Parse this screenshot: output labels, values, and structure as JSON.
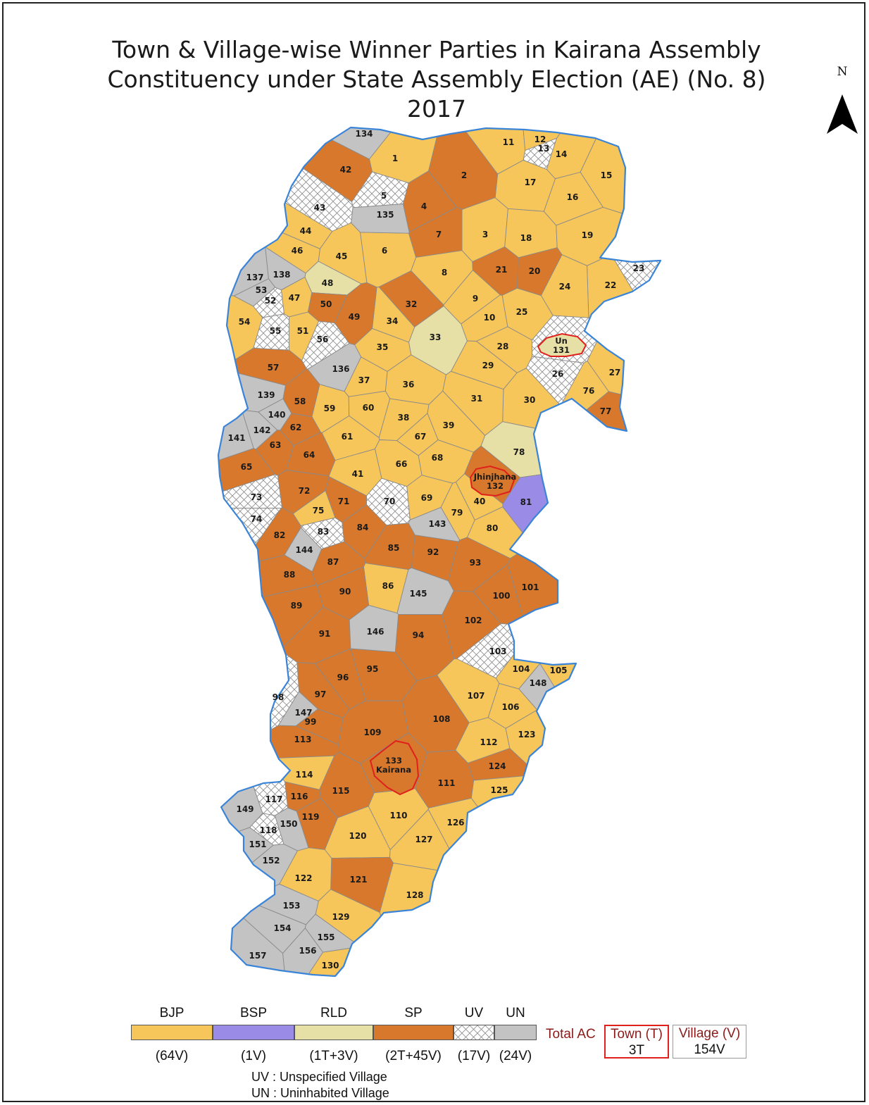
{
  "title_lines": [
    "Town & Village-wise Winner Parties in Kairana Assembly",
    "Constituency under State Assembly Election (AE) (No. 8)",
    "2017"
  ],
  "north": "N",
  "colors": {
    "BJP": "#f7c65a",
    "BSP": "#9a8ce6",
    "RLD": "#e6dfa6",
    "SP": "#d7782c",
    "UV": "#ffffff",
    "UN": "#c3c3c3",
    "boundary": "#3a84d8",
    "town": "#e0201c"
  },
  "legend": {
    "items": [
      {
        "name": "BJP",
        "count": "(64V)",
        "key": "BJP"
      },
      {
        "name": "BSP",
        "count": "(1V)",
        "key": "BSP"
      },
      {
        "name": "RLD",
        "count": "(1T+3V)",
        "key": "RLD"
      },
      {
        "name": "SP",
        "count": "(2T+45V)",
        "key": "SP"
      },
      {
        "name": "UV",
        "count": "(17V)",
        "key": "UV"
      },
      {
        "name": "UN",
        "count": "(24V)",
        "key": "UN"
      }
    ],
    "total_ac": "Total AC",
    "town_header": "Town (T)",
    "town_value": "3T",
    "village_header": "Village (V)",
    "village_value": "154V",
    "notes": [
      "UV : Unspecified Village",
      "UN : Uninhabited Village"
    ]
  },
  "villages": [
    {
      "id": "1",
      "p": "BJP"
    },
    {
      "id": "2",
      "p": "SP"
    },
    {
      "id": "3",
      "p": "BJP"
    },
    {
      "id": "4",
      "p": "SP"
    },
    {
      "id": "5",
      "p": "UV"
    },
    {
      "id": "6",
      "p": "BJP"
    },
    {
      "id": "7",
      "p": "SP"
    },
    {
      "id": "8",
      "p": "BJP"
    },
    {
      "id": "9",
      "p": "BJP"
    },
    {
      "id": "10",
      "p": "BJP"
    },
    {
      "id": "11",
      "p": "BJP"
    },
    {
      "id": "12",
      "p": "BJP"
    },
    {
      "id": "13",
      "p": "UV"
    },
    {
      "id": "14",
      "p": "BJP"
    },
    {
      "id": "15",
      "p": "BJP"
    },
    {
      "id": "16",
      "p": "BJP"
    },
    {
      "id": "17",
      "p": "BJP"
    },
    {
      "id": "18",
      "p": "BJP"
    },
    {
      "id": "19",
      "p": "BJP"
    },
    {
      "id": "20",
      "p": "SP"
    },
    {
      "id": "21",
      "p": "SP"
    },
    {
      "id": "22",
      "p": "BJP"
    },
    {
      "id": "23",
      "p": "UV"
    },
    {
      "id": "24",
      "p": "BJP"
    },
    {
      "id": "25",
      "p": "BJP"
    },
    {
      "id": "26",
      "p": "UV"
    },
    {
      "id": "27",
      "p": "BJP"
    },
    {
      "id": "28",
      "p": "BJP"
    },
    {
      "id": "29",
      "p": "BJP"
    },
    {
      "id": "30",
      "p": "BJP"
    },
    {
      "id": "31",
      "p": "BJP"
    },
    {
      "id": "32",
      "p": "SP"
    },
    {
      "id": "33",
      "p": "RLD"
    },
    {
      "id": "34",
      "p": "BJP"
    },
    {
      "id": "35",
      "p": "BJP"
    },
    {
      "id": "36",
      "p": "BJP"
    },
    {
      "id": "37",
      "p": "BJP"
    },
    {
      "id": "38",
      "p": "BJP"
    },
    {
      "id": "39",
      "p": "BJP"
    },
    {
      "id": "40",
      "p": "BJP"
    },
    {
      "id": "41",
      "p": "BJP"
    },
    {
      "id": "42",
      "p": "SP"
    },
    {
      "id": "43",
      "p": "UV"
    },
    {
      "id": "44",
      "p": "BJP"
    },
    {
      "id": "45",
      "p": "BJP"
    },
    {
      "id": "46",
      "p": "BJP"
    },
    {
      "id": "47",
      "p": "BJP"
    },
    {
      "id": "48",
      "p": "RLD"
    },
    {
      "id": "49",
      "p": "SP"
    },
    {
      "id": "50",
      "p": "SP"
    },
    {
      "id": "51",
      "p": "BJP"
    },
    {
      "id": "52",
      "p": "UV"
    },
    {
      "id": "53",
      "p": "UN"
    },
    {
      "id": "54",
      "p": "BJP"
    },
    {
      "id": "55",
      "p": "UV"
    },
    {
      "id": "56",
      "p": "UV"
    },
    {
      "id": "57",
      "p": "SP"
    },
    {
      "id": "58",
      "p": "SP"
    },
    {
      "id": "59",
      "p": "BJP"
    },
    {
      "id": "60",
      "p": "BJP"
    },
    {
      "id": "61",
      "p": "BJP"
    },
    {
      "id": "62",
      "p": "SP"
    },
    {
      "id": "63",
      "p": "SP"
    },
    {
      "id": "64",
      "p": "SP"
    },
    {
      "id": "65",
      "p": "SP"
    },
    {
      "id": "66",
      "p": "BJP"
    },
    {
      "id": "67",
      "p": "BJP"
    },
    {
      "id": "68",
      "p": "BJP"
    },
    {
      "id": "69",
      "p": "BJP"
    },
    {
      "id": "70",
      "p": "UV"
    },
    {
      "id": "71",
      "p": "SP"
    },
    {
      "id": "72",
      "p": "SP"
    },
    {
      "id": "73",
      "p": "UV"
    },
    {
      "id": "74",
      "p": "UV"
    },
    {
      "id": "75",
      "p": "BJP"
    },
    {
      "id": "76",
      "p": "BJP"
    },
    {
      "id": "77",
      "p": "SP"
    },
    {
      "id": "78",
      "p": "RLD"
    },
    {
      "id": "79",
      "p": "BJP"
    },
    {
      "id": "80",
      "p": "BJP"
    },
    {
      "id": "81",
      "p": "BSP"
    },
    {
      "id": "82",
      "p": "SP"
    },
    {
      "id": "83",
      "p": "UV"
    },
    {
      "id": "84",
      "p": "SP"
    },
    {
      "id": "85",
      "p": "SP"
    },
    {
      "id": "86",
      "p": "BJP"
    },
    {
      "id": "87",
      "p": "SP"
    },
    {
      "id": "88",
      "p": "SP"
    },
    {
      "id": "89",
      "p": "SP"
    },
    {
      "id": "90",
      "p": "SP"
    },
    {
      "id": "91",
      "p": "SP"
    },
    {
      "id": "92",
      "p": "SP"
    },
    {
      "id": "93",
      "p": "SP"
    },
    {
      "id": "94",
      "p": "SP"
    },
    {
      "id": "95",
      "p": "SP"
    },
    {
      "id": "96",
      "p": "SP"
    },
    {
      "id": "97",
      "p": "SP"
    },
    {
      "id": "98",
      "p": "UV"
    },
    {
      "id": "99",
      "p": "SP"
    },
    {
      "id": "100",
      "p": "SP"
    },
    {
      "id": "101",
      "p": "SP"
    },
    {
      "id": "102",
      "p": "SP"
    },
    {
      "id": "103",
      "p": "UV"
    },
    {
      "id": "104",
      "p": "BJP"
    },
    {
      "id": "105",
      "p": "BJP"
    },
    {
      "id": "106",
      "p": "BJP"
    },
    {
      "id": "107",
      "p": "BJP"
    },
    {
      "id": "108",
      "p": "SP"
    },
    {
      "id": "109",
      "p": "SP"
    },
    {
      "id": "110",
      "p": "BJP"
    },
    {
      "id": "111",
      "p": "SP"
    },
    {
      "id": "112",
      "p": "BJP"
    },
    {
      "id": "113",
      "p": "SP"
    },
    {
      "id": "114",
      "p": "BJP"
    },
    {
      "id": "115",
      "p": "SP"
    },
    {
      "id": "116",
      "p": "SP"
    },
    {
      "id": "117",
      "p": "UV"
    },
    {
      "id": "118",
      "p": "UV"
    },
    {
      "id": "119",
      "p": "SP"
    },
    {
      "id": "120",
      "p": "BJP"
    },
    {
      "id": "121",
      "p": "SP"
    },
    {
      "id": "122",
      "p": "BJP"
    },
    {
      "id": "123",
      "p": "BJP"
    },
    {
      "id": "124",
      "p": "SP"
    },
    {
      "id": "125",
      "p": "BJP"
    },
    {
      "id": "126",
      "p": "BJP"
    },
    {
      "id": "127",
      "p": "BJP"
    },
    {
      "id": "128",
      "p": "BJP"
    },
    {
      "id": "129",
      "p": "BJP"
    },
    {
      "id": "130",
      "p": "BJP"
    },
    {
      "id": "134",
      "p": "UN"
    },
    {
      "id": "135",
      "p": "UN"
    },
    {
      "id": "136",
      "p": "UN"
    },
    {
      "id": "137",
      "p": "UN"
    },
    {
      "id": "138",
      "p": "UN"
    },
    {
      "id": "139",
      "p": "UN"
    },
    {
      "id": "140",
      "p": "UN"
    },
    {
      "id": "141",
      "p": "UN"
    },
    {
      "id": "142",
      "p": "UN"
    },
    {
      "id": "143",
      "p": "UN"
    },
    {
      "id": "144",
      "p": "UN"
    },
    {
      "id": "145",
      "p": "UN"
    },
    {
      "id": "146",
      "p": "UN"
    },
    {
      "id": "147",
      "p": "UN"
    },
    {
      "id": "148",
      "p": "UN"
    },
    {
      "id": "149",
      "p": "UN"
    },
    {
      "id": "150",
      "p": "UN"
    },
    {
      "id": "151",
      "p": "UN"
    },
    {
      "id": "152",
      "p": "UN"
    },
    {
      "id": "153",
      "p": "UN"
    },
    {
      "id": "154",
      "p": "UN"
    },
    {
      "id": "155",
      "p": "UN"
    },
    {
      "id": "156",
      "p": "UN"
    },
    {
      "id": "157",
      "p": "UN"
    }
  ],
  "towns": [
    {
      "label": "Un",
      "id": "131",
      "p": "RLD"
    },
    {
      "label": "Jhinjhana",
      "id": "132",
      "p": "SP"
    },
    {
      "label": "Kairana",
      "id": "133",
      "p": "SP"
    }
  ]
}
